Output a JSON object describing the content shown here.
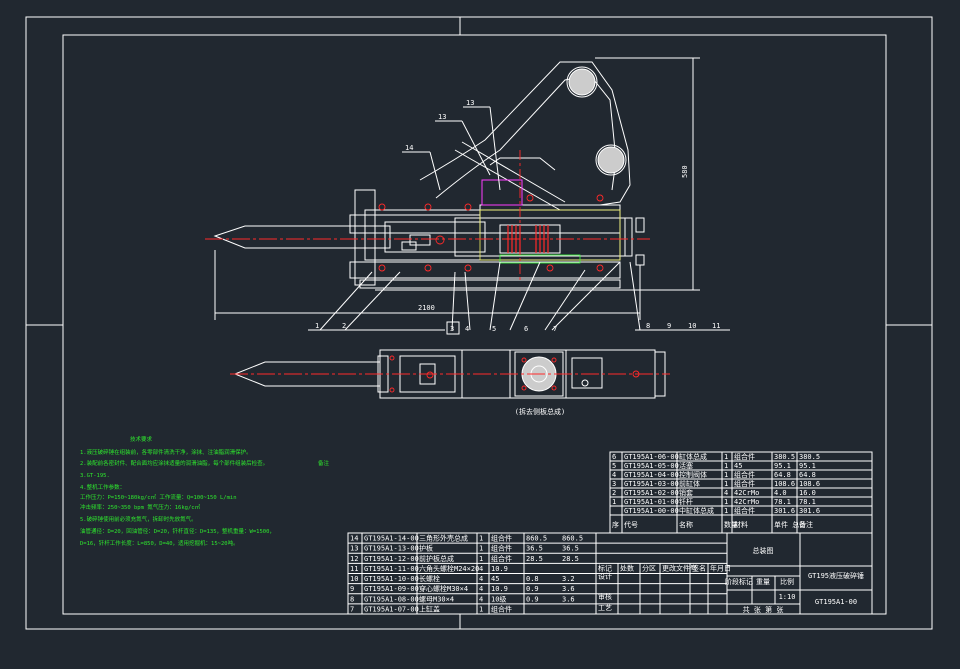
{
  "drawing": {
    "caption": "(拆去侧板总成)",
    "dimensions": {
      "height": "580",
      "length": "2100"
    },
    "leaders": {
      "top": [
        "13",
        "13",
        "14"
      ],
      "bottom": [
        "1",
        "2",
        "3",
        "4",
        "5",
        "6",
        "7",
        "8",
        "9",
        "10",
        "11"
      ]
    }
  },
  "tech_requirements": {
    "title": "技术要求",
    "lines": [
      "1.液压破碎锤在组装前，各零部件清洗干净，涂抹、注油脂润滑保护。",
      "2.装配前各密封件、配合面均应涂抹适量的润滑油脂，每个部件组装后检查。",
      "3.GT-195.",
      "4.整机工作参数：",
      "   工作压力：P=150~180kg/c㎡   工作流量：Q=100~150 L/min",
      "   冲击频率：250~350 bpm   氮气压力：16kg/c㎡",
      "5.破碎锤使用前必须充氮气，拆卸时先放氮气。",
      "   油管通径：D=20，回油管径：D=20，钎杆直径：D=135，整机重量：W=1500，",
      "   D=16，钎杆工作长度：L=850，D=40，适用挖掘机：15~20吨。"
    ],
    "side_note": "备注"
  },
  "bom_upper": {
    "headers": [
      "序",
      "代号",
      "名称",
      "数量",
      "材料",
      "单件 总计",
      "备注"
    ],
    "rows": [
      [
        "6",
        "GT195A1-06-00",
        "缸体总成",
        "1",
        "组合件",
        "380.5",
        "380.5"
      ],
      [
        "5",
        "GT195A1-05-00",
        "活塞",
        "1",
        "45",
        "95.1",
        "95.1"
      ],
      [
        "4",
        "GT195A1-04-00",
        "控制阀体",
        "1",
        "组合件",
        "64.8",
        "64.8"
      ],
      [
        "3",
        "GT195A1-03-00",
        "前缸体",
        "1",
        "组合件",
        "108.6",
        "108.6"
      ],
      [
        "2",
        "GT195A1-02-00",
        "销套",
        "4",
        "42CrMo",
        "4.0",
        "16.0"
      ],
      [
        "1",
        "GT195A1-01-00",
        "钎杆",
        "1",
        "42CrMo",
        "78.1",
        "78.1"
      ],
      [
        "",
        "GT195A1-00-00",
        "中缸体总成",
        "1",
        "组合件",
        "301.6",
        "301.6"
      ]
    ]
  },
  "bom_lower": {
    "rows": [
      [
        "14",
        "GT195A1-14-00",
        "三角形外壳总成",
        "1",
        "组合件",
        "860.5",
        "860.5"
      ],
      [
        "13",
        "GT195A1-13-00",
        "护板",
        "1",
        "组合件",
        "36.5",
        "36.5"
      ],
      [
        "12",
        "GT195A1-12-00",
        "前护板总成",
        "1",
        "组合件",
        "28.5",
        "28.5"
      ],
      [
        "11",
        "GT195A1-11-00",
        "六角头螺栓M24×20",
        "4",
        "10.9",
        "",
        ""
      ],
      [
        "10",
        "GT195A1-10-00",
        "长螺栓",
        "4",
        "45",
        "0.8",
        "3.2"
      ],
      [
        "9",
        "GT195A1-09-00",
        "穿心螺栓M30×4",
        "4",
        "10.9",
        "0.9",
        "3.6"
      ],
      [
        "8",
        "GT195A1-08-00",
        "螺母M30×4",
        "4",
        "10级",
        "0.9",
        "3.6"
      ],
      [
        "7",
        "GT195A1-07-00",
        "上缸盖",
        "1",
        "组合件",
        "",
        ""
      ]
    ]
  },
  "title_block": {
    "drawing_name": "总装图",
    "product": "GT195液压破碎锤",
    "code": "GT195A1-00",
    "mid_labels": [
      "设计",
      "审核",
      "工艺",
      "标记",
      "处数",
      "分区",
      "更改文件号",
      "签名",
      "年月日"
    ],
    "stage_labels": [
      "阶段标记",
      "重量",
      "比例"
    ],
    "scale": "1:10",
    "sheet": "共 张 第 张"
  }
}
